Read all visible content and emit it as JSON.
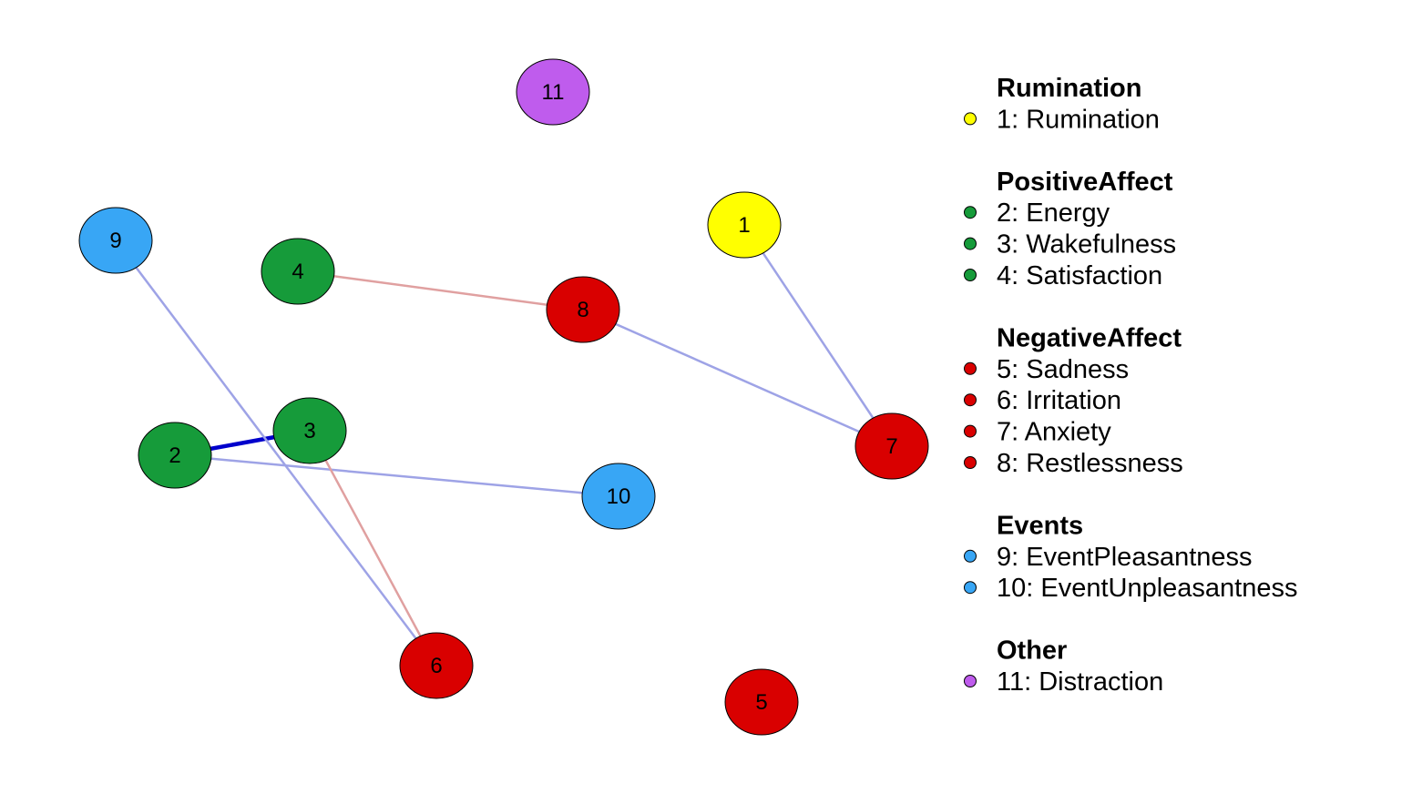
{
  "network": {
    "groups": [
      {
        "title": "Rumination",
        "color": "#FFFF00"
      },
      {
        "title": "PositiveAffect",
        "color": "#169B3A"
      },
      {
        "title": "NegativeAffect",
        "color": "#D90000"
      },
      {
        "title": "Events",
        "color": "#38A6F5"
      },
      {
        "title": "Other",
        "color": "#BF5CED"
      }
    ],
    "nodes": [
      {
        "id": "1",
        "legend": "1: Rumination",
        "group": 0
      },
      {
        "id": "2",
        "legend": "2: Energy",
        "group": 1
      },
      {
        "id": "3",
        "legend": "3: Wakefulness",
        "group": 1
      },
      {
        "id": "4",
        "legend": "4: Satisfaction",
        "group": 1
      },
      {
        "id": "5",
        "legend": "5: Sadness",
        "group": 2
      },
      {
        "id": "6",
        "legend": "6: Irritation",
        "group": 2
      },
      {
        "id": "7",
        "legend": "7: Anxiety",
        "group": 2
      },
      {
        "id": "8",
        "legend": "8: Restlessness",
        "group": 2
      },
      {
        "id": "9",
        "legend": "9: EventPleasantness",
        "group": 3
      },
      {
        "id": "10",
        "legend": "10: EventUnpleasantness",
        "group": 3
      },
      {
        "id": "11",
        "legend": "11: Distraction",
        "group": 4
      }
    ],
    "edges": [
      {
        "from": "2",
        "to": "3",
        "sign": "positive",
        "strength": "strong"
      },
      {
        "from": "2",
        "to": "10",
        "sign": "positive",
        "strength": "weak"
      },
      {
        "from": "9",
        "to": "6",
        "sign": "positive",
        "strength": "weak"
      },
      {
        "from": "3",
        "to": "6",
        "sign": "negative",
        "strength": "weak"
      },
      {
        "from": "4",
        "to": "8",
        "sign": "negative",
        "strength": "weak"
      },
      {
        "from": "8",
        "to": "7",
        "sign": "positive",
        "strength": "weak"
      },
      {
        "from": "1",
        "to": "7",
        "sign": "positive",
        "strength": "weak"
      }
    ],
    "edge_colors": {
      "positive_strong": "#0000CC",
      "positive_weak": "#9EA3E6",
      "negative_weak": "#E0A0A0"
    }
  }
}
